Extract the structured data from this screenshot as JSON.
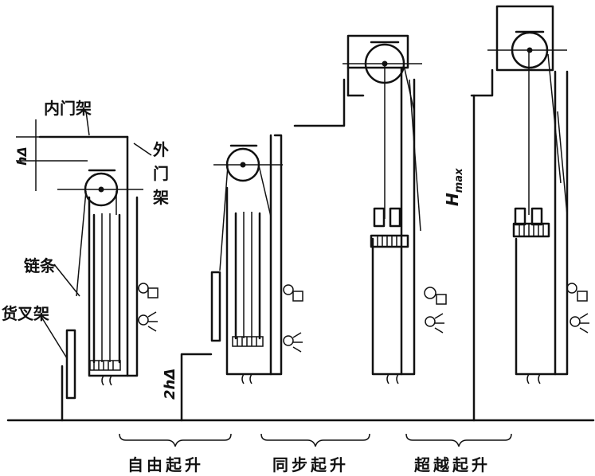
{
  "labels": {
    "inner_mast": "内门架",
    "outer_mast_1": "外",
    "outer_mast_2": "门",
    "outer_mast_3": "架",
    "chain": "链条",
    "fork_carriage": "货叉架",
    "h_delta": "hΔ",
    "two_h_delta": "2hΔ",
    "h_max_main": "H",
    "h_max_sub": "max"
  },
  "stages": [
    {
      "label": "自由起升"
    },
    {
      "label": "同步起升"
    },
    {
      "label": "超越起升"
    }
  ]
}
